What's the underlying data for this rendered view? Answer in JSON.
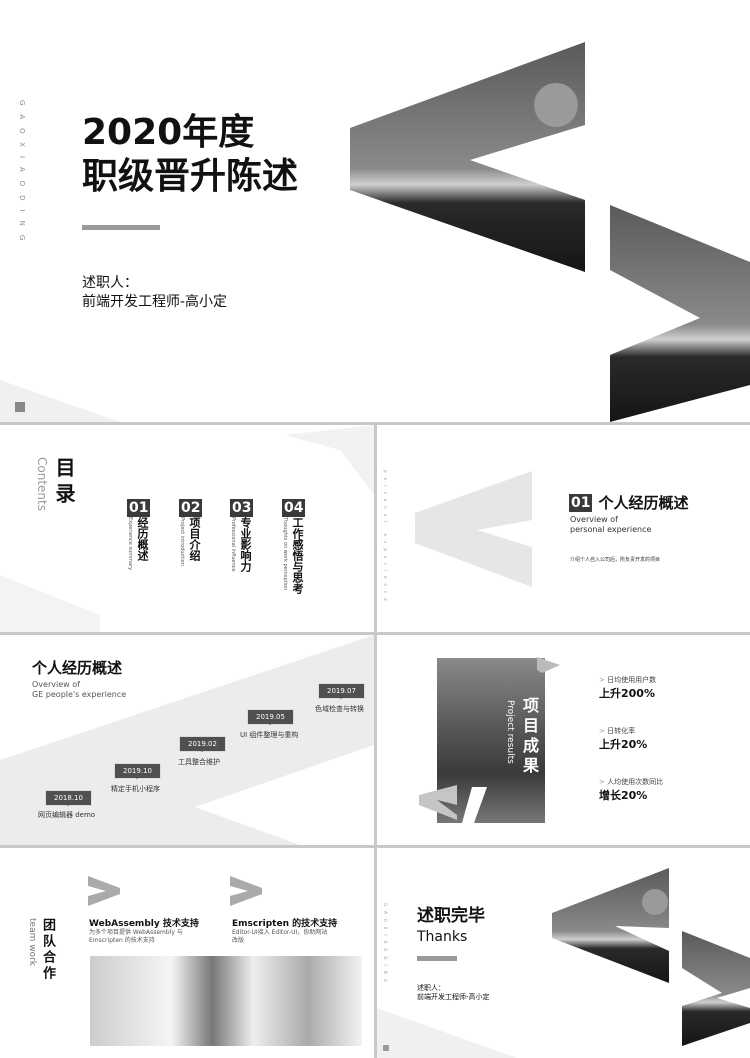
{
  "cover": {
    "title_line1": "2020年度",
    "title_line2": "职级晋升陈述",
    "presenter_label": "述职人：",
    "presenter": "前端开发工程师-高小定",
    "vertical_text": "GAOXIAODING"
  },
  "contents": {
    "title": "目录",
    "subtitle": "Contents",
    "items": [
      {
        "num": "01",
        "label": "经历概述",
        "en": "Experience summary"
      },
      {
        "num": "02",
        "label": "项目介绍",
        "en": "Project introduction"
      },
      {
        "num": "03",
        "label": "专业影响力",
        "en": "Professional influence"
      },
      {
        "num": "04",
        "label": "工作感悟与思考",
        "en": "Thoughts on work perception"
      }
    ]
  },
  "section1": {
    "num": "01",
    "title": "个人经历概述",
    "en_line1": "Overview of",
    "en_line2": "personal experience",
    "desc": "介绍个人自入公司后，所负责开发的项目",
    "vertical_text": "personal experience"
  },
  "timeline": {
    "title": "个人经历概述",
    "en_line1": "Overview of",
    "en_line2": "GE people's experience",
    "events": [
      {
        "date": "2018.10",
        "label": "网页编辑器 demo"
      },
      {
        "date": "2019.10",
        "label": "精定手机小程序"
      },
      {
        "date": "2019.02",
        "label": "工具整合维护"
      },
      {
        "date": "2019.05",
        "label": "UI 组件整理与重构"
      },
      {
        "date": "2019.07",
        "label": "色域检查与转换"
      }
    ]
  },
  "results": {
    "title": "项目成果",
    "en": "Project results",
    "metrics": [
      {
        "label": "日均使用用户数",
        "value": "上升200%"
      },
      {
        "label": "日转化率",
        "value": "上升20%"
      },
      {
        "label": "人均使用次数同比",
        "value": "增长20%"
      }
    ]
  },
  "team": {
    "title": "团队合作",
    "en": "team work",
    "cards": [
      {
        "title": "WebAssembly 技术支持",
        "desc": "为多个项目提供 WebAssembly 与 Emscripten 的技术支持"
      },
      {
        "title": "Emscripten 的技术支持",
        "desc": "Editor-UI接入 Editor-UI，协助网站改版"
      }
    ]
  },
  "thanks": {
    "title": "述职完毕",
    "en": "Thanks",
    "presenter_label": "述职人：",
    "presenter": "前端开发工程师-高小定",
    "vertical_text": "GAOXIAODING"
  },
  "colors": {
    "accent": "#3a3a3a",
    "bar": "#9a9a9a",
    "shape": "#e6e6e6"
  }
}
